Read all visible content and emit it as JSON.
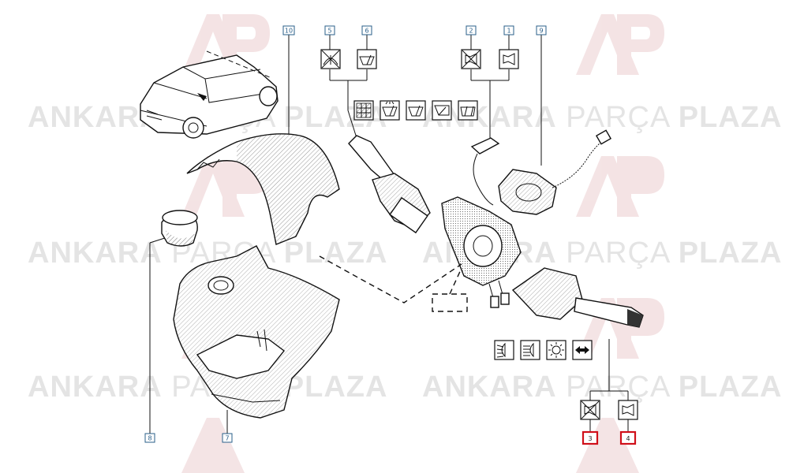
{
  "watermark": {
    "text_bold_1": "ANKARA",
    "text_light": "PARÇA",
    "text_bold_2": "PLAZA",
    "logo_letters": "AP"
  },
  "callouts": [
    {
      "id": "c10",
      "number": "10",
      "highlighted": false
    },
    {
      "id": "c5",
      "number": "5",
      "highlighted": false
    },
    {
      "id": "c6",
      "number": "6",
      "highlighted": false
    },
    {
      "id": "c2",
      "number": "2",
      "highlighted": false
    },
    {
      "id": "c1",
      "number": "1",
      "highlighted": false
    },
    {
      "id": "c9",
      "number": "9",
      "highlighted": false
    },
    {
      "id": "c8",
      "number": "8",
      "highlighted": false
    },
    {
      "id": "c7",
      "number": "7",
      "highlighted": false
    },
    {
      "id": "c3",
      "number": "3",
      "highlighted": true
    },
    {
      "id": "c4",
      "number": "4",
      "highlighted": true
    }
  ],
  "colors": {
    "callout_border": "#2a5f8a",
    "highlight": "#d0101a",
    "watermark": "#e4e4e4"
  },
  "symbols": {
    "wiper_group": [
      "no-wash-wiper-icon",
      "wiper-icon"
    ],
    "horn_group_top": [
      "no-horn-icon",
      "horn-icon"
    ],
    "wiper_modes": [
      "rear-defrost-grid-icon",
      "wiper-wash-icon",
      "wiper-icon",
      "wiper-intermittent-icon",
      "wiper-double-icon"
    ],
    "light_modes": [
      "low-beam-icon",
      "high-beam-icon",
      "light-sensor-icon",
      "direction-arrows-icon"
    ],
    "horn_group_bottom": [
      "no-horn-icon",
      "horn-icon"
    ]
  }
}
